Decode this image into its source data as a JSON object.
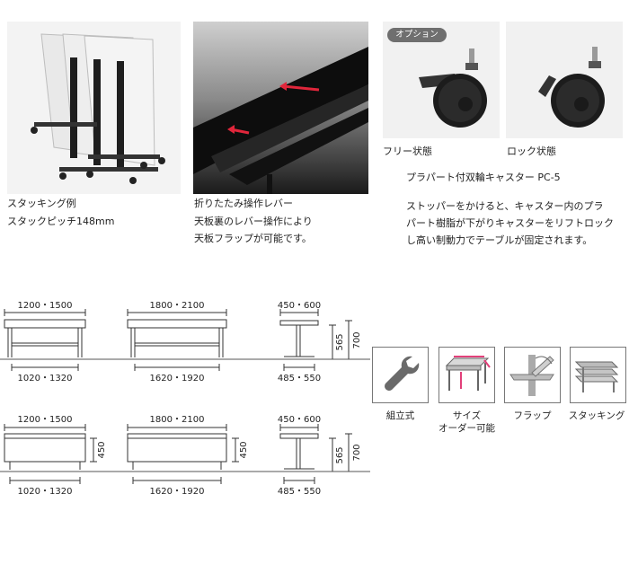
{
  "photos": {
    "stacking": {
      "caption_line1": "スタッキング例",
      "caption_line2": "スタックピッチ148mm"
    },
    "lever": {
      "caption_line1": "折りたたみ操作レバー",
      "caption_line2": "天板裏のレバー操作により",
      "caption_line3": "天板フラップが可能です。"
    },
    "caster": {
      "option_badge": "オプション",
      "free_label": "フリー状態",
      "lock_label": "ロック状態",
      "title": "プラパート付双輪キャスター PC-5",
      "desc_line1": "ストッパーをかけると、キャスター内のプラ",
      "desc_line2": "パート樹脂が下がりキャスターをリフトロック",
      "desc_line3": "し高い制動力でテーブルが固定されます。"
    }
  },
  "drawings": {
    "row1": {
      "width_small_top": "1200・1500",
      "width_small_bottom": "1020・1320",
      "width_large_top": "1800・2100",
      "width_large_bottom": "1620・1920",
      "depth_top": "450・600",
      "depth_bottom": "485・550",
      "height_inner": "565",
      "height_outer": "700"
    },
    "row2": {
      "width_small_top": "1200・1500",
      "width_small_bottom": "1020・1320",
      "width_large_top": "1800・2100",
      "width_large_bottom": "1620・1920",
      "panel_small": "450",
      "panel_large": "450",
      "depth_top": "450・600",
      "depth_bottom": "485・550",
      "height_inner": "565",
      "height_outer": "700"
    }
  },
  "features": [
    {
      "label": "組立式",
      "icon": "wrench-icon"
    },
    {
      "label_line1": "サイズ",
      "label_line2": "オーダー可能",
      "icon": "size-order-icon"
    },
    {
      "label": "フラップ",
      "icon": "flap-icon"
    },
    {
      "label": "スタッキング",
      "icon": "stacking-icon"
    }
  ]
}
